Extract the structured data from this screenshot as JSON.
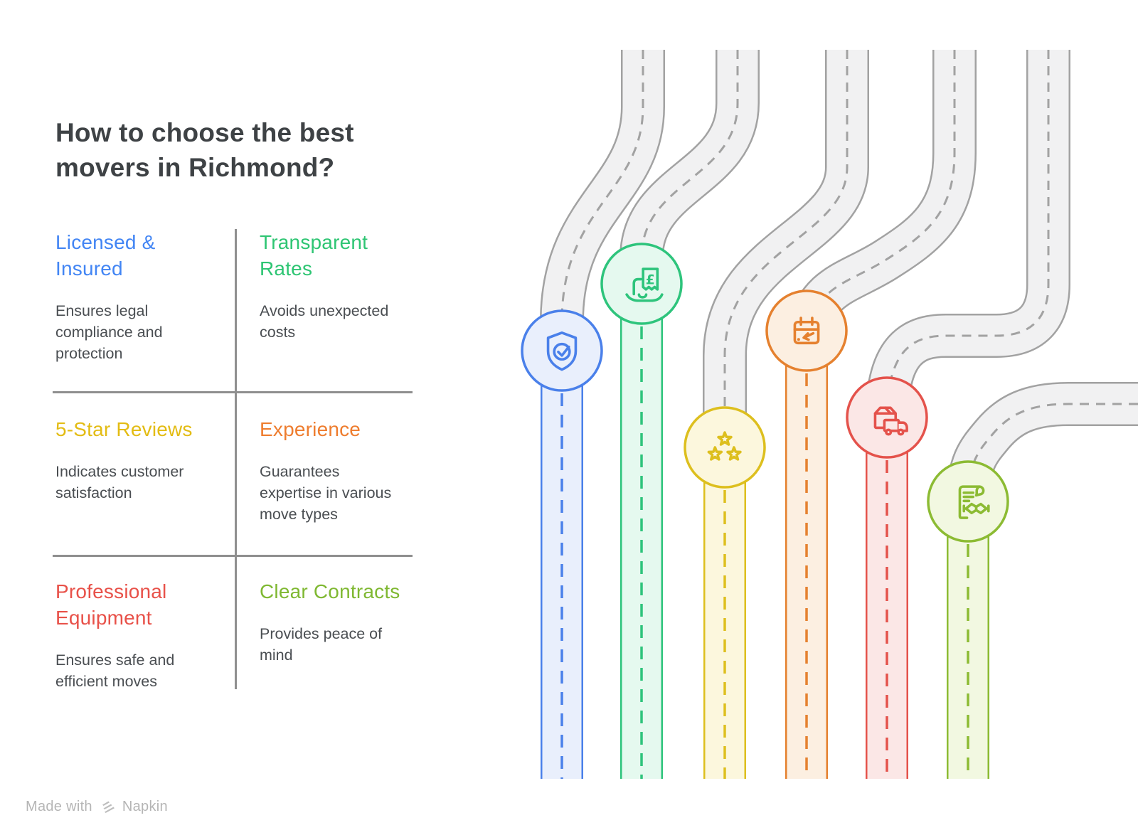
{
  "title": "How to choose the best\nmovers in Richmond?",
  "grid": {
    "cells": [
      {
        "heading": "Licensed &\nInsured",
        "body": "Ensures legal\ncompliance and\nprotection",
        "accent": "#4285f4",
        "icon": "shield-check-icon"
      },
      {
        "heading": "Transparent\nRates",
        "body": "Avoids unexpected\ncosts",
        "accent": "#2ec573",
        "icon": "receipt-pound-icon"
      },
      {
        "heading": "5-Star Reviews",
        "body": "Indicates customer\nsatisfaction",
        "accent": "#e3bc14",
        "icon": "five-stars-icon"
      },
      {
        "heading": "Experience",
        "body": "Guarantees\nexpertise in various\nmove types",
        "accent": "#ee7d2f",
        "icon": "calendar-arrow-icon"
      },
      {
        "heading": "Professional\nEquipment",
        "body": "Ensures safe and\nefficient moves",
        "accent": "#e85149",
        "icon": "box-truck-icon"
      },
      {
        "heading": "Clear Contracts",
        "body": "Provides peace of\nmind",
        "accent": "#7fb832",
        "icon": "contract-handshake-icon"
      }
    ]
  },
  "footer": {
    "made_with": "Made with",
    "brand": "Napkin"
  },
  "palette": {
    "road_fill": "#f1f1f2",
    "road_edge": "#a2a2a2",
    "lanes": [
      {
        "name": "blue",
        "stroke": "#4a80ea",
        "fill": "#e9effc"
      },
      {
        "name": "green",
        "stroke": "#2ec47c",
        "fill": "#e5f9ef"
      },
      {
        "name": "yellow",
        "stroke": "#ddbf1e",
        "fill": "#fcf7dd"
      },
      {
        "name": "orange",
        "stroke": "#e5812f",
        "fill": "#fcefe1"
      },
      {
        "name": "red",
        "stroke": "#e4524b",
        "fill": "#fbe7e6"
      },
      {
        "name": "light-green",
        "stroke": "#8cbb33",
        "fill": "#f2f8e1"
      }
    ]
  }
}
